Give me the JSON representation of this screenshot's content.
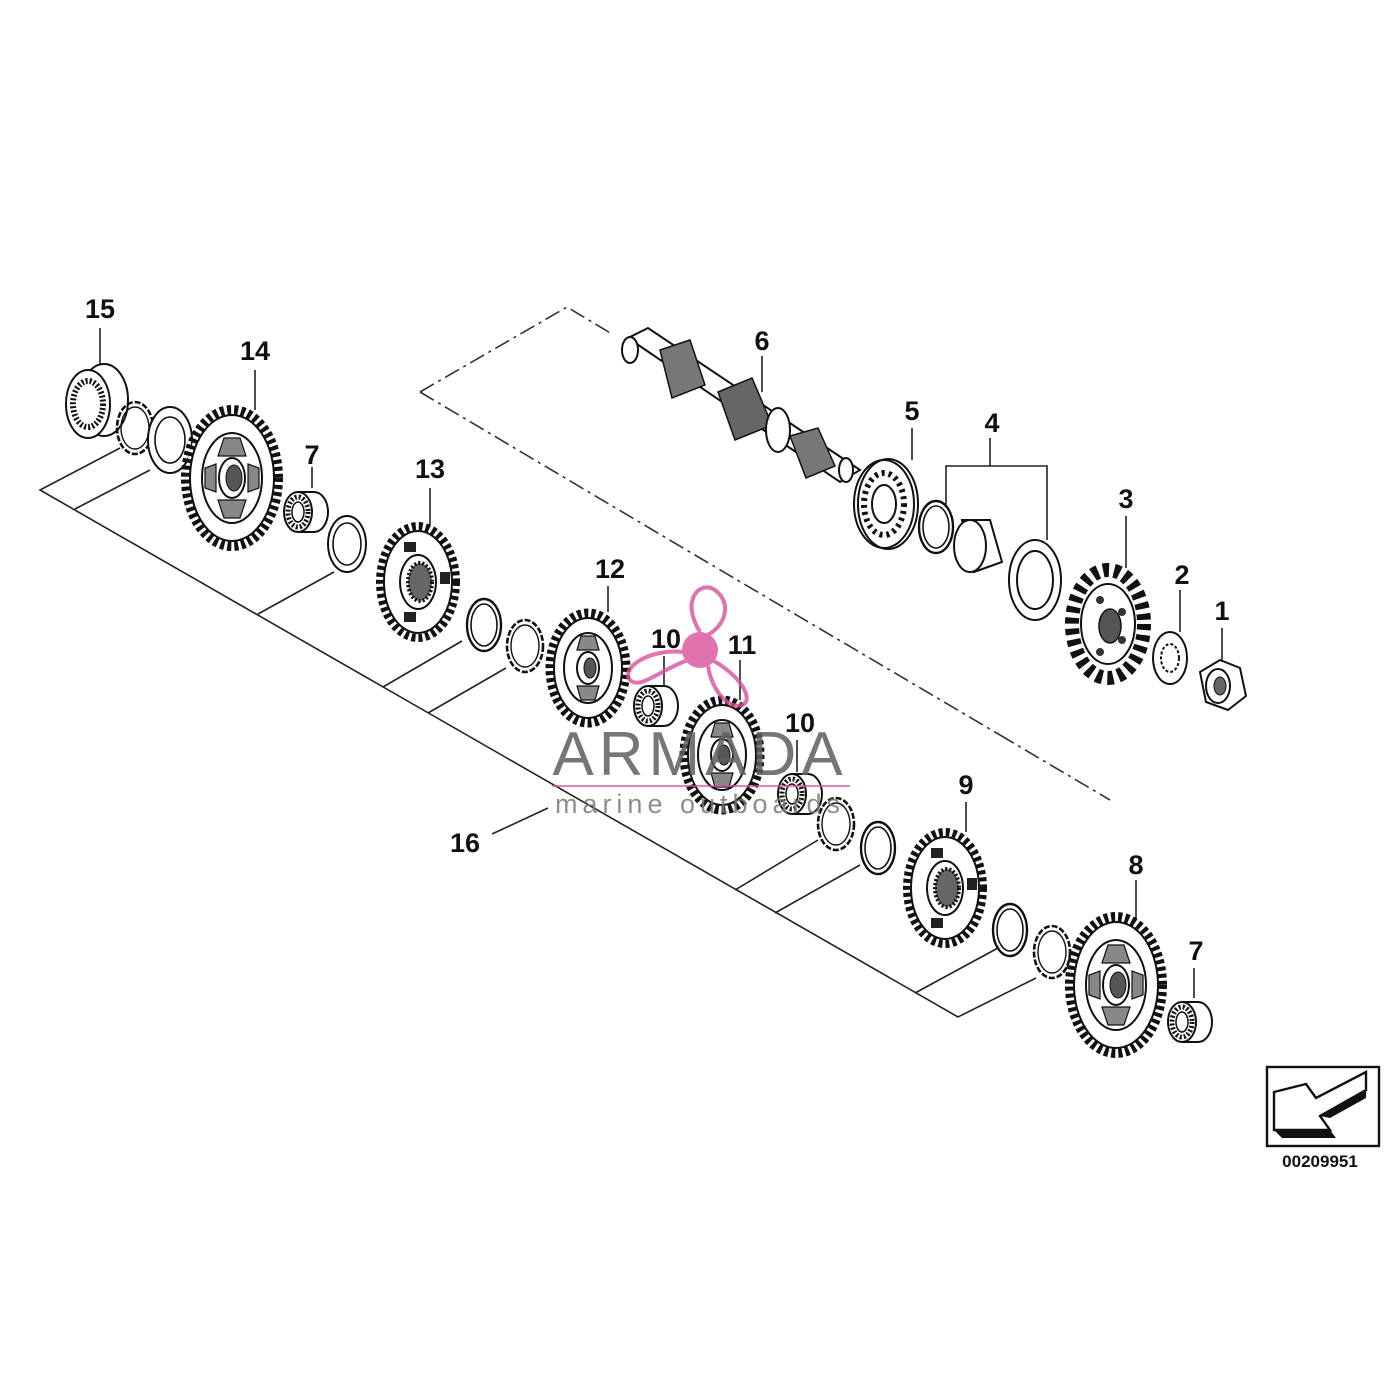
{
  "diagram": {
    "callouts": [
      "1",
      "2",
      "3",
      "4",
      "5",
      "6",
      "7",
      "8",
      "9",
      "10",
      "11",
      "12",
      "13",
      "14",
      "15",
      "16"
    ],
    "labels": [
      {
        "id": "15",
        "text": "15"
      },
      {
        "id": "14",
        "text": "14"
      },
      {
        "id": "7a",
        "text": "7"
      },
      {
        "id": "13",
        "text": "13"
      },
      {
        "id": "6",
        "text": "6"
      },
      {
        "id": "5",
        "text": "5"
      },
      {
        "id": "4",
        "text": "4"
      },
      {
        "id": "3",
        "text": "3"
      },
      {
        "id": "2",
        "text": "2"
      },
      {
        "id": "1",
        "text": "1"
      },
      {
        "id": "12",
        "text": "12"
      },
      {
        "id": "10a",
        "text": "10"
      },
      {
        "id": "11",
        "text": "11"
      },
      {
        "id": "10b",
        "text": "10"
      },
      {
        "id": "9",
        "text": "9"
      },
      {
        "id": "8",
        "text": "8"
      },
      {
        "id": "7b",
        "text": "7"
      },
      {
        "id": "16",
        "text": "16"
      }
    ],
    "diagram_number": "00209951",
    "direction_icon": "front-direction-arrow-icon"
  },
  "watermark": {
    "brand": "ARMADA",
    "tagline": "marine outboards",
    "logo_icon": "propeller-logo-icon",
    "color": "#d94f9a"
  }
}
